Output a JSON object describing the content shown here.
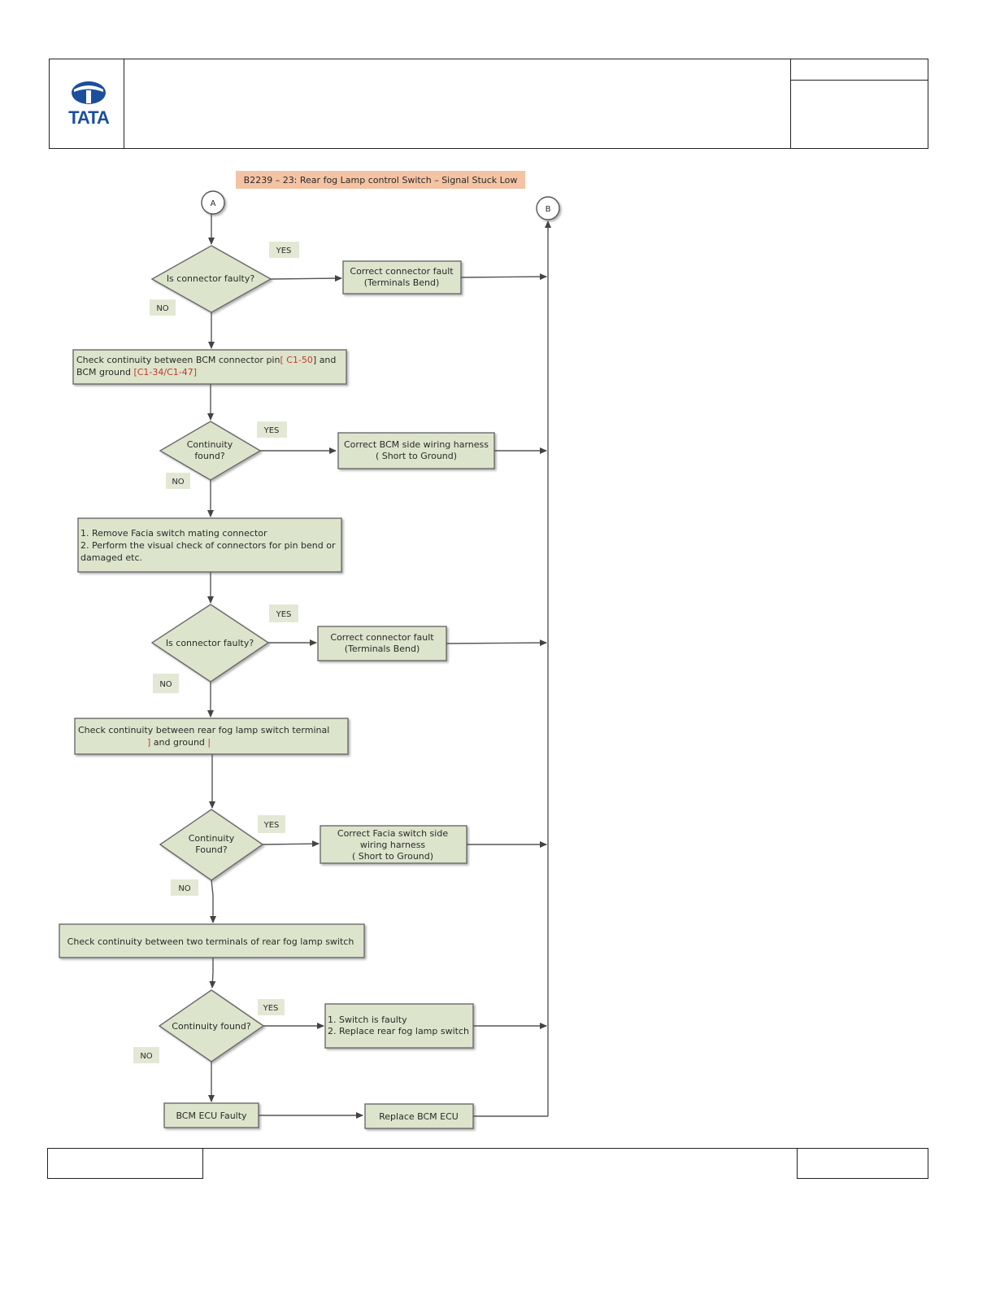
{
  "header": {
    "logo_text": "TATA",
    "brand_color": "#1b4f9c"
  },
  "flow": {
    "title": "B2239 – 23: Rear fog Lamp control Switch – Signal Stuck Low",
    "connector_a": "A",
    "connector_b": "B",
    "yes": "YES",
    "no": "NO",
    "d1": "Is connector faulty?",
    "r1_line1": "Correct connector fault",
    "r1_line2": "(Terminals Bend)",
    "b1_line1_a": "Check continuity between BCM connector pin",
    "b1_line1_red": "[ C1-50",
    "b1_line1_b": "] and",
    "b1_line2_a": "BCM ground ",
    "b1_line2_red": "[C1-34/C1-47]",
    "d2_line1": "Continuity",
    "d2_line2": "found?",
    "r2_line1": "Correct BCM side wiring harness",
    "r2_line2": "( Short to Ground)",
    "b2_line1": "1. Remove Facia switch mating connector",
    "b2_line2": "2. Perform the visual check of connectors for pin bend or",
    "b2_line3": "damaged etc.",
    "d3": "Is connector faulty?",
    "r3_line1": "Correct connector fault",
    "r3_line2": "(Terminals Bend)",
    "b3_line1": "Check continuity between rear fog lamp switch terminal",
    "b3_red1": "]",
    "b3_mid": " and  ground ",
    "b3_red2": "|",
    "d4_line1": "Continuity",
    "d4_line2": "Found?",
    "r4_line1": "Correct Facia switch side",
    "r4_line2": "wiring harness",
    "r4_line3": "( Short to Ground)",
    "b4": "Check continuity between two  terminals of rear fog lamp  switch",
    "d5": "Continuity found?",
    "r5_line1": "1. Switch is faulty",
    "r5_line2": "2. Replace rear  fog lamp switch",
    "b5": "BCM ECU Faulty",
    "b6": "Replace BCM ECU"
  },
  "colors": {
    "node_fill": "#dde4cc",
    "title_fill": "#f4c3a3",
    "highlight_text": "#c0392b"
  }
}
